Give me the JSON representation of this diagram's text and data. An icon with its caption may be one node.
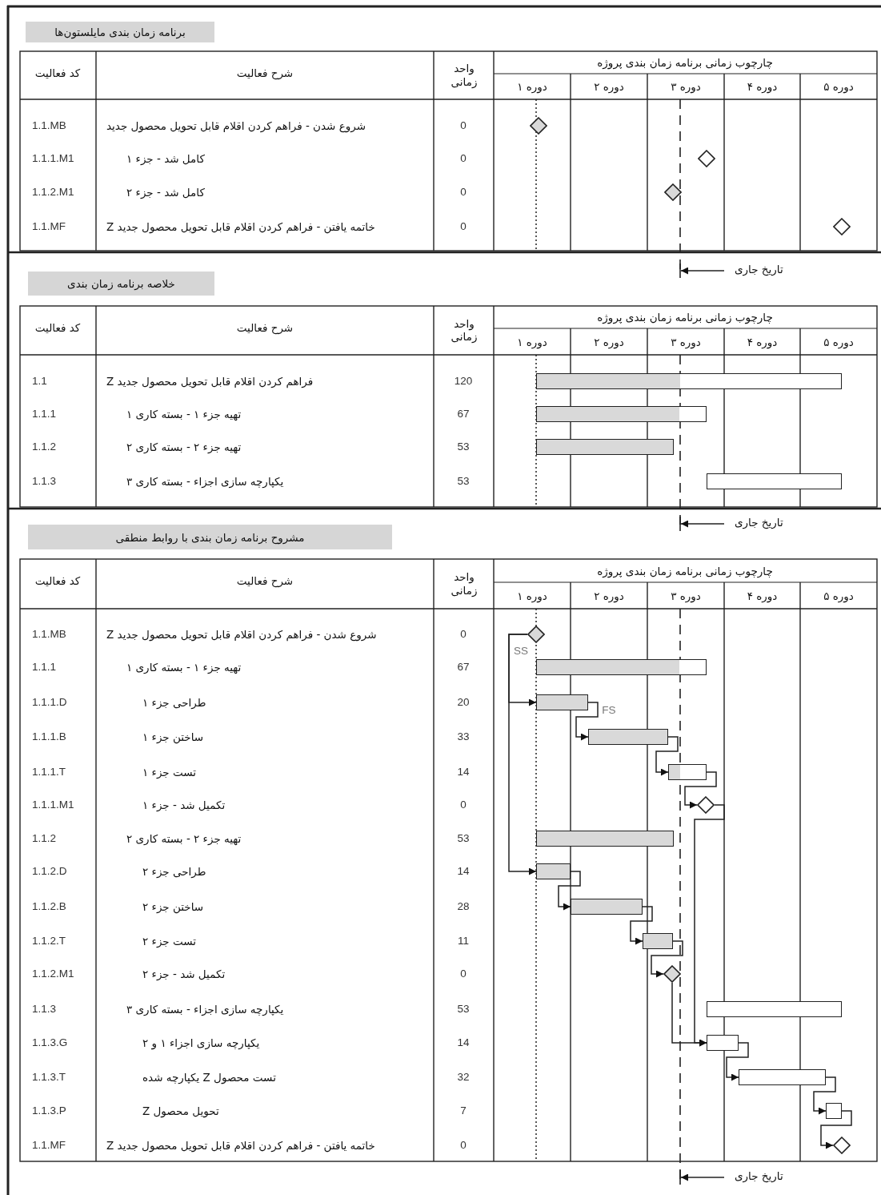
{
  "diagram": {
    "nodes": [
      {
        "text": [
          "برنامه زمان بندی مایلستون‌ها"
        ]
      },
      {
        "text": [],
        "shape": "diamond"
      },
      {
        "text": [],
        "shape": "diamond"
      },
      {
        "text": [],
        "shape": "diamond"
      },
      {
        "text": [],
        "shape": "diamond"
      },
      {
        "text": [
          "خلاصه برنامه زمان بندی"
        ]
      },
      {
        "text": [],
        "shape": "bar"
      },
      {
        "text": [],
        "shape": "bar"
      },
      {
        "text": [],
        "shape": "bar"
      },
      {
        "text": [],
        "shape": "bar"
      },
      {
        "text": [
          "مشروح برنامه زمان بندی با روابط منطقی"
        ]
      },
      {
        "text": [],
        "shape": "diamond"
      },
      {
        "text": [],
        "shape": "bar"
      },
      {
        "text": [],
        "shape": "bar"
      },
      {
        "text": [],
        "shape": "bar"
      },
      {
        "text": [],
        "shape": "bar"
      },
      {
        "text": [],
        "shape": "diamond"
      },
      {
        "text": [],
        "shape": "bar"
      },
      {
        "text": [],
        "shape": "bar"
      },
      {
        "text": [],
        "shape": "bar"
      },
      {
        "text": [],
        "shape": "bar"
      },
      {
        "text": [],
        "shape": "diamond"
      },
      {
        "text": [],
        "shape": "bar"
      },
      {
        "text": [],
        "shape": "bar"
      },
      {
        "text": [],
        "shape": "bar"
      },
      {
        "text": [],
        "shape": "bar"
      },
      {
        "text": [],
        "shape": "diamond"
      }
    ],
    "edges": [
      {
        "from": 11,
        "to": 13,
        "arrow": "to",
        "label": "SS"
      },
      {
        "from": 11,
        "to": 18,
        "arrow": "to"
      },
      {
        "from": 13,
        "to": 14,
        "arrow": "to",
        "label": "FS"
      },
      {
        "from": 14,
        "to": 15,
        "arrow": "to"
      },
      {
        "from": 15,
        "to": 16,
        "arrow": "to"
      },
      {
        "from": 16,
        "to": 23,
        "arrow": "to"
      },
      {
        "from": 18,
        "to": 19,
        "arrow": "to"
      },
      {
        "from": 19,
        "to": 20,
        "arrow": "to"
      },
      {
        "from": 20,
        "to": 21,
        "arrow": "to"
      },
      {
        "from": 21,
        "to": 23,
        "arrow": "to"
      },
      {
        "from": 23,
        "to": 24,
        "arrow": "to"
      },
      {
        "from": 24,
        "to": 25,
        "arrow": "to"
      },
      {
        "from": 25,
        "to": 26,
        "arrow": "to"
      }
    ],
    "labels": [
      "کد فعالیت",
      "شرح فعالیت",
      "واحد زمانی",
      "چارچوب زمانی برنامه زمان بندی پروژه",
      "دوره ۱",
      "دوره ۲",
      "دوره ۳",
      "دوره ۴",
      "دوره ۵",
      "1.1.MB",
      "شروع شدن - فراهم کردن اقلام قابل تحویل محصول جدید",
      "0",
      "1.1.1.M1",
      "کامل شد - جزء ۱",
      "0",
      "1.1.2.M1",
      "کامل شد - جزء ۲",
      "0",
      "1.1.MF",
      "خاتمه یافتن - فراهم کردن اقلام قابل تحویل محصول جدید Z",
      "0",
      "تاریخ جاری",
      "کد فعالیت",
      "شرح فعالیت",
      "واحد زمانی",
      "چارچوب زمانی برنامه زمان بندی پروژه",
      "دوره ۱",
      "دوره ۲",
      "دوره ۳",
      "دوره ۴",
      "دوره ۵",
      "1.1",
      "فراهم کردن اقلام قابل تحویل محصول جدید Z",
      "120",
      "1.1.1",
      "تهیه جزء ۱ - بسته کاری ۱",
      "67",
      "1.1.2",
      "تهیه جزء ۲ - بسته کاری ۲",
      "53",
      "1.1.3",
      "یکپارچه سازی اجزاء - بسته کاری ۳",
      "53",
      "تاریخ جاری",
      "کد فعالیت",
      "شرح فعالیت",
      "واحد زمانی",
      "چارچوب زمانی برنامه زمان بندی پروژه",
      "دوره ۱",
      "دوره ۲",
      "دوره ۳",
      "دوره ۴",
      "دوره ۵",
      "1.1.MB",
      "شروع شدن - فراهم کردن اقلام قابل تحویل محصول جدید Z",
      "0",
      "1.1.1",
      "تهیه جزء ۱ - بسته کاری ۱",
      "67",
      "1.1.1.D",
      "طراحی جزء ۱",
      "20",
      "1.1.1.B",
      "ساختن جزء ۱",
      "33",
      "1.1.1.T",
      "تست جزء ۱",
      "14",
      "1.1.1.M1",
      "تکمیل شد - جزء ۱",
      "0",
      "1.1.2",
      "تهیه جزء ۲ - بسته کاری ۲",
      "53",
      "1.1.2.D",
      "طراحی جزء ۲",
      "14",
      "1.1.2.B",
      "ساختن جزء ۲",
      "28",
      "1.1.2.T",
      "تست جزء ۲",
      "11",
      "1.1.2.M1",
      "تکمیل شد - جزء ۲",
      "0",
      "1.1.3",
      "یکپارچه سازی اجزاء - بسته کاری ۳",
      "53",
      "1.1.3.G",
      "یکپارچه سازی اجزاء ۱ و ۲",
      "14",
      "1.1.3.T",
      "تست محصول Z یکپارچه شده",
      "32",
      "1.1.3.P",
      "تحویل محصول Z",
      "7",
      "1.1.MF",
      "خاتمه یافتن - فراهم کردن اقلام قابل تحویل محصول جدید Z",
      "0",
      "تاریخ جاری"
    ]
  }
}
